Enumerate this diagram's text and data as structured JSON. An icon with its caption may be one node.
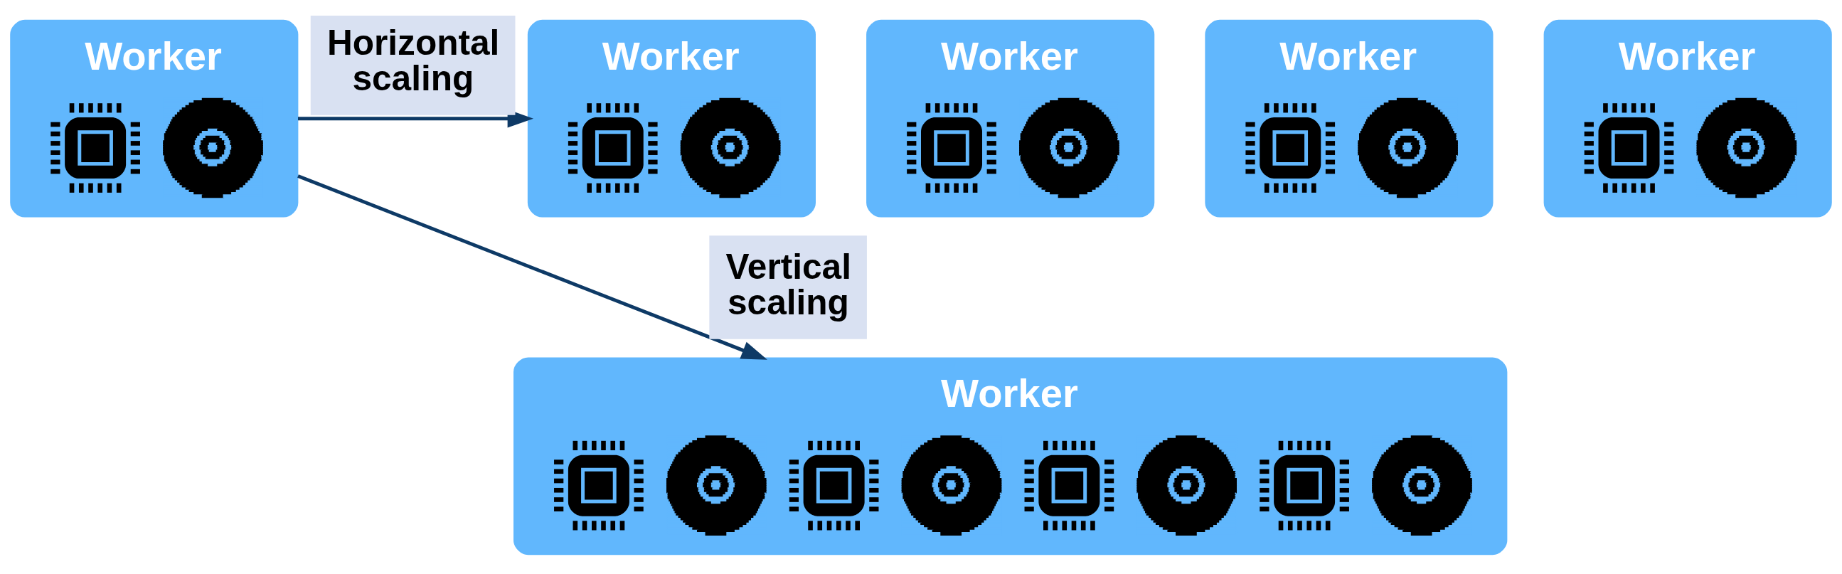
{
  "diagram": {
    "nodes": [
      {
        "text": [
          "Worker"
        ]
      },
      {
        "text": [
          "Worker"
        ]
      },
      {
        "text": [
          "Worker"
        ]
      },
      {
        "text": [
          "Worker"
        ]
      },
      {
        "text": [
          "Worker"
        ]
      },
      {
        "text": [
          "Worker"
        ]
      }
    ],
    "edges": [
      {
        "from": 0,
        "to": 1,
        "arrow": "to",
        "label": "Horizontal scaling"
      },
      {
        "from": 0,
        "to": 5,
        "arrow": "to",
        "label": "Vertical scaling"
      }
    ]
  }
}
